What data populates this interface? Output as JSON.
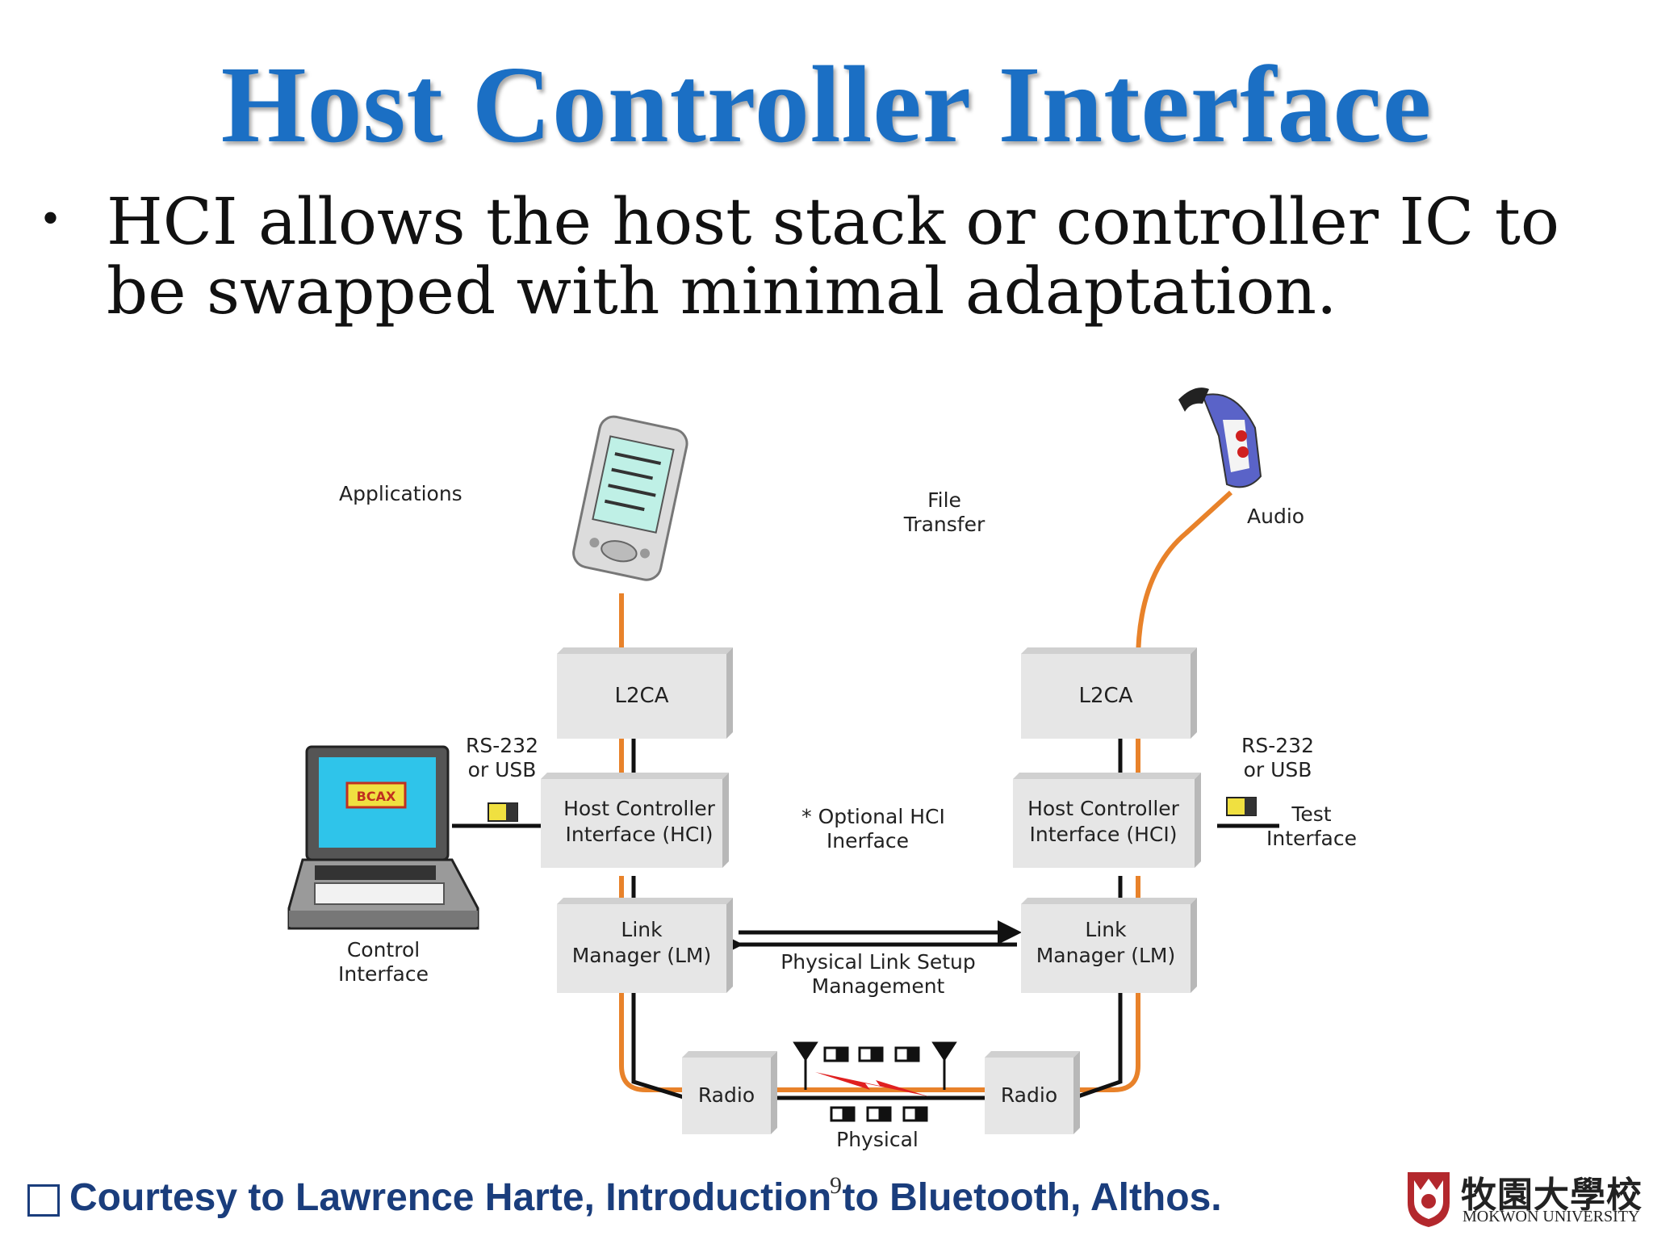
{
  "slide": {
    "title": "Host Controller Interface",
    "bullet": "HCI allows the host stack or controller IC to be swapped with minimal adaptation.",
    "credit": "Courtesy to Lawrence Harte, Introduction to Bluetooth, Althos.",
    "page_number": "9",
    "logo": {
      "name": "牧園大學校",
      "name_en": "MOKWON UNIVERSITY"
    }
  },
  "diagram": {
    "labels": {
      "applications": "Applications",
      "file_transfer_1": "File",
      "file_transfer_2": "Transfer",
      "audio": "Audio",
      "rs232_left_1": "RS-232",
      "rs232_left_2": "or USB",
      "rs232_right_1": "RS-232",
      "rs232_right_2": "or USB",
      "optional_hci_1": "* Optional HCI",
      "optional_hci_2": "Inerface",
      "test_interface_1": "Test",
      "test_interface_2": "Interface",
      "control_interface_1": "Control",
      "control_interface_2": "Interface",
      "physical_link_1": "Physical Link Setup",
      "physical_link_2": "Management",
      "physical": "Physical",
      "laptop_screen": "BCAX"
    },
    "left_stack": {
      "l2ca": "L2CA",
      "hci_1": "Host Controller",
      "hci_2": "Interface (HCI)",
      "lm_1": "Link",
      "lm_2": "Manager (LM)",
      "radio": "Radio"
    },
    "right_stack": {
      "l2ca": "L2CA",
      "hci_1": "Host Controller",
      "hci_2": "Interface (HCI)",
      "lm_1": "Link",
      "lm_2": "Manager (LM)",
      "radio": "Radio"
    },
    "colors": {
      "orange": "#e8822a",
      "box_front": "#e6e6e6",
      "box_side": "#b8b8b8",
      "title_blue": "#1b6fc4",
      "credit_navy": "#1a3d7c"
    }
  }
}
